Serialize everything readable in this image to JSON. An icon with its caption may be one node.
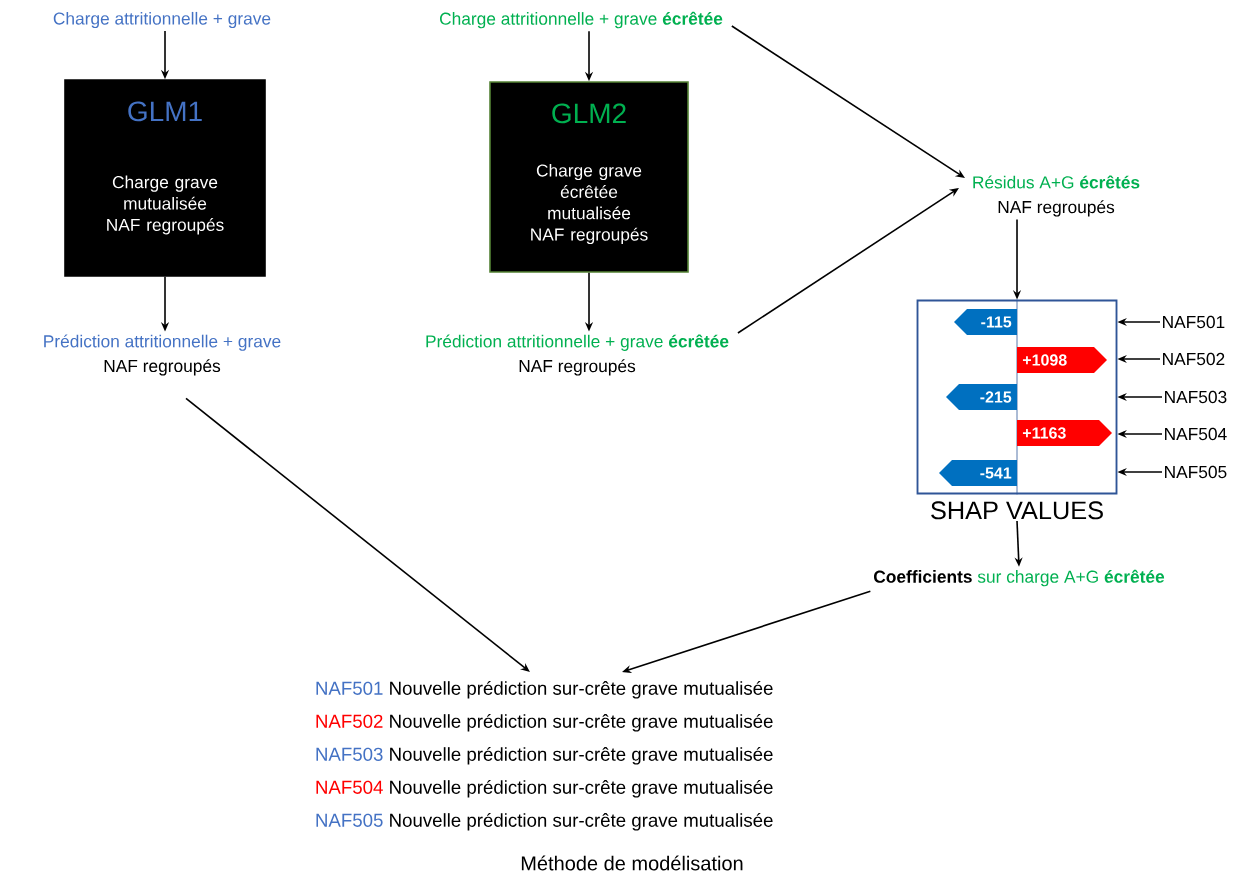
{
  "diagram": {
    "caption": "Méthode de modélisation",
    "nodes": [
      {
        "text": [
          "Charge attritionnelle + grave"
        ]
      },
      {
        "text": [
          "GLM1",
          "Charge grave mutualisée NAF regroupés"
        ]
      },
      {
        "text": [
          "Prédiction attritionnelle + grave",
          "NAF regroupés"
        ]
      },
      {
        "text": [
          "Charge attritionnelle + grave **écrêtée**"
        ]
      },
      {
        "text": [
          "GLM2",
          "Charge grave écrêtée mutualisée NAF regroupés"
        ]
      },
      {
        "text": [
          "Prédiction attritionnelle + grave **écrêtée**",
          "NAF regroupés"
        ]
      },
      {
        "text": [
          "Résidus A+G **écrêtés**",
          "NAF regroupés"
        ]
      },
      {
        "text": [
          "SHAP VALUES"
        ]
      },
      {
        "text": [
          "-115"
        ],
        "in": 7
      },
      {
        "text": [
          "+1098"
        ],
        "in": 7
      },
      {
        "text": [
          "-215"
        ],
        "in": 7
      },
      {
        "text": [
          "+1163"
        ],
        "in": 7
      },
      {
        "text": [
          "-541"
        ],
        "in": 7
      },
      {
        "text": [
          "NAF501"
        ]
      },
      {
        "text": [
          "NAF502"
        ]
      },
      {
        "text": [
          "NAF503"
        ]
      },
      {
        "text": [
          "NAF504"
        ]
      },
      {
        "text": [
          "NAF505"
        ]
      },
      {
        "text": [
          "Coefficients",
          "sur charge A+G **écrêtée**"
        ]
      },
      {
        "text": [
          "NAF501",
          "Nouvelle prédiction sur-crête grave mutualisée",
          "NAF502",
          "Nouvelle prédiction sur-crête grave mutualisée",
          "NAF503",
          "Nouvelle prédiction sur-crête grave mutualisée",
          "NAF504",
          "Nouvelle prédiction sur-crête grave mutualisée",
          "NAF505",
          "Nouvelle prédiction sur-crête grave mutualisée"
        ]
      }
    ],
    "edges": [
      {
        "from": 0,
        "to": 1,
        "arrow": "to"
      },
      {
        "from": 1,
        "to": 2,
        "arrow": "to"
      },
      {
        "from": 3,
        "to": 4,
        "arrow": "to"
      },
      {
        "from": 4,
        "to": 5,
        "arrow": "to"
      },
      {
        "from": 3,
        "to": 6,
        "arrow": "to"
      },
      {
        "from": 5,
        "to": 6,
        "arrow": "to"
      },
      {
        "from": 6,
        "to": 7,
        "arrow": "to"
      },
      {
        "from": 13,
        "to": 7,
        "arrow": "to"
      },
      {
        "from": 14,
        "to": 7,
        "arrow": "to"
      },
      {
        "from": 15,
        "to": 7,
        "arrow": "to"
      },
      {
        "from": 16,
        "to": 7,
        "arrow": "to"
      },
      {
        "from": 17,
        "to": 7,
        "arrow": "to"
      },
      {
        "from": 7,
        "to": 18,
        "arrow": "to"
      },
      {
        "from": 2,
        "to": 19,
        "arrow": "to"
      },
      {
        "from": 18,
        "to": 19,
        "arrow": "to"
      }
    ]
  }
}
